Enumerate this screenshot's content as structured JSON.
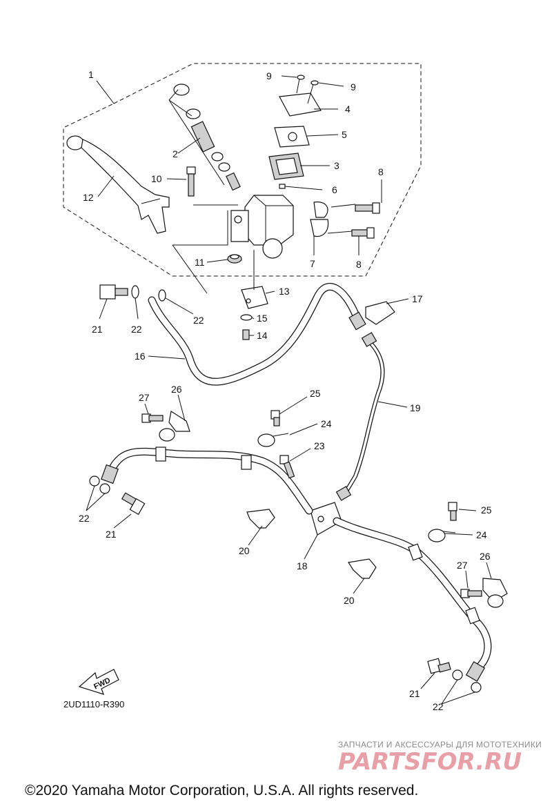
{
  "diagram": {
    "callouts": [
      {
        "id": "c1",
        "text": "1"
      },
      {
        "id": "c2",
        "text": "2"
      },
      {
        "id": "c3",
        "text": "3"
      },
      {
        "id": "c4",
        "text": "4"
      },
      {
        "id": "c5",
        "text": "5"
      },
      {
        "id": "c6",
        "text": "6"
      },
      {
        "id": "c7",
        "text": "7"
      },
      {
        "id": "c8a",
        "text": "8"
      },
      {
        "id": "c8b",
        "text": "8"
      },
      {
        "id": "c9a",
        "text": "9"
      },
      {
        "id": "c9b",
        "text": "9"
      },
      {
        "id": "c10",
        "text": "10"
      },
      {
        "id": "c11",
        "text": "11"
      },
      {
        "id": "c12",
        "text": "12"
      },
      {
        "id": "c13",
        "text": "13"
      },
      {
        "id": "c14",
        "text": "14"
      },
      {
        "id": "c15",
        "text": "15"
      },
      {
        "id": "c16",
        "text": "16"
      },
      {
        "id": "c17",
        "text": "17"
      },
      {
        "id": "c18",
        "text": "18"
      },
      {
        "id": "c19",
        "text": "19"
      },
      {
        "id": "c20a",
        "text": "20"
      },
      {
        "id": "c20b",
        "text": "20"
      },
      {
        "id": "c21a",
        "text": "21"
      },
      {
        "id": "c21b",
        "text": "21"
      },
      {
        "id": "c21c",
        "text": "21"
      },
      {
        "id": "c22a",
        "text": "22"
      },
      {
        "id": "c22b",
        "text": "22"
      },
      {
        "id": "c22c",
        "text": "22"
      },
      {
        "id": "c22d",
        "text": "22"
      },
      {
        "id": "c23",
        "text": "23"
      },
      {
        "id": "c24a",
        "text": "24"
      },
      {
        "id": "c24b",
        "text": "24"
      },
      {
        "id": "c25a",
        "text": "25"
      },
      {
        "id": "c25b",
        "text": "25"
      },
      {
        "id": "c26a",
        "text": "26"
      },
      {
        "id": "c26b",
        "text": "26"
      },
      {
        "id": "c27a",
        "text": "27"
      },
      {
        "id": "c27b",
        "text": "27"
      }
    ],
    "fwd_label": "FWD",
    "reference_code": "2UD1110-R390"
  },
  "watermark": {
    "tagline": "ЗАПЧАСТИ И АКСЕССУАРЫ ДЛЯ МОТОТЕХНИКИ",
    "brand": "PARTSFOR.RU"
  },
  "footer": {
    "copyright": "©2020 Yamaha Motor Corporation, U.S.A. All rights reserved."
  }
}
